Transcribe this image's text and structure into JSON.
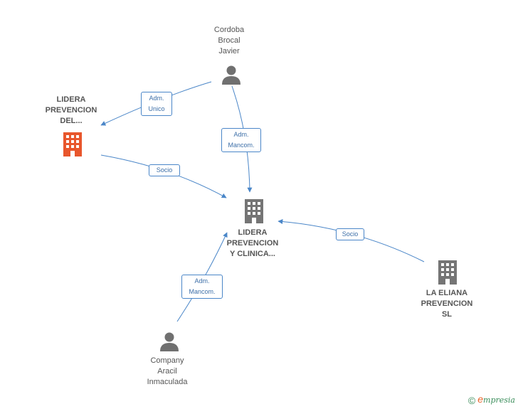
{
  "nodes": {
    "cordoba": {
      "lines": [
        "Cordoba",
        "Brocal",
        "Javier"
      ],
      "kind": "person"
    },
    "lidera_del": {
      "lines": [
        "LIDERA",
        "PREVENCION",
        "DEL..."
      ],
      "kind": "company",
      "color": "#e8562c"
    },
    "lidera_clinica": {
      "lines": [
        "LIDERA",
        "PREVENCION",
        "Y CLINICA..."
      ],
      "kind": "company",
      "color": "#757575"
    },
    "la_eliana": {
      "lines": [
        "LA ELIANA",
        "PREVENCION",
        "SL"
      ],
      "kind": "company",
      "color": "#757575"
    },
    "company_aracil": {
      "lines": [
        "Company",
        "Aracil",
        "Inmaculada"
      ],
      "kind": "person"
    }
  },
  "edges": [
    {
      "label_lines": [
        "Adm.",
        "Unico"
      ]
    },
    {
      "label_lines": [
        "Adm.",
        "Mancom."
      ]
    },
    {
      "label_lines": [
        "Socio"
      ]
    },
    {
      "label_lines": [
        "Socio"
      ]
    },
    {
      "label_lines": [
        "Adm.",
        "Mancom."
      ]
    }
  ],
  "colors": {
    "edge": "#4a86c8",
    "person_icon": "#707070"
  },
  "brand": {
    "copyright": "©",
    "name": "mpresia",
    "initial": "e"
  }
}
